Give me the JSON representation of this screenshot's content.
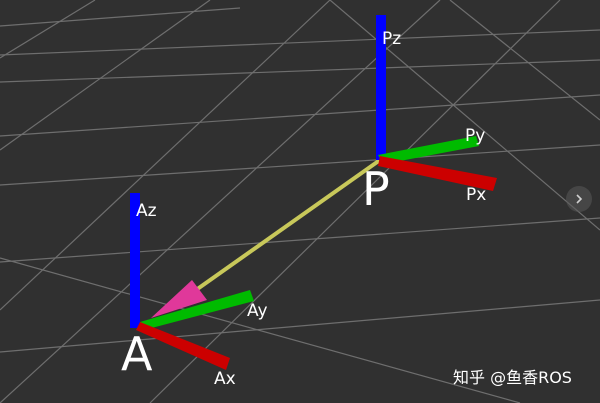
{
  "frames": {
    "p": {
      "name": "P",
      "axes": {
        "x": "Px",
        "y": "Py",
        "z": "Pz"
      }
    },
    "a": {
      "name": "A",
      "axes": {
        "x": "Ax",
        "y": "Ay",
        "z": "Az"
      }
    }
  },
  "colors": {
    "background": "#303030",
    "grid": "#6e6e6e",
    "x_axis": "#cc0000",
    "y_axis": "#00bb00",
    "z_axis": "#0000ff",
    "arrow_shaft": "#c8c85a",
    "arrow_head": "#e0389a",
    "text": "#ffffff"
  },
  "icons": {
    "next": "chevron-right-icon"
  },
  "watermark": "知乎 @鱼香ROS"
}
